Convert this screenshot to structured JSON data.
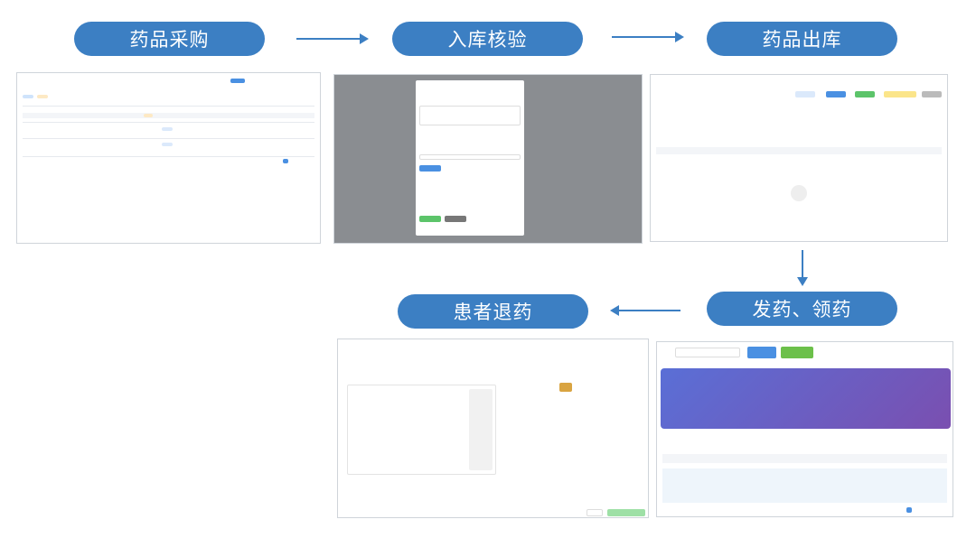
{
  "steps": [
    {
      "label": "药品采购"
    },
    {
      "label": "入库核验"
    },
    {
      "label": "药品出库"
    },
    {
      "label": "发药、领药"
    },
    {
      "label": "患者退药"
    }
  ],
  "colors": {
    "accent": "#3c7fc3",
    "purple_start": "#5a6fd6",
    "purple_end": "#7a4fb0"
  }
}
